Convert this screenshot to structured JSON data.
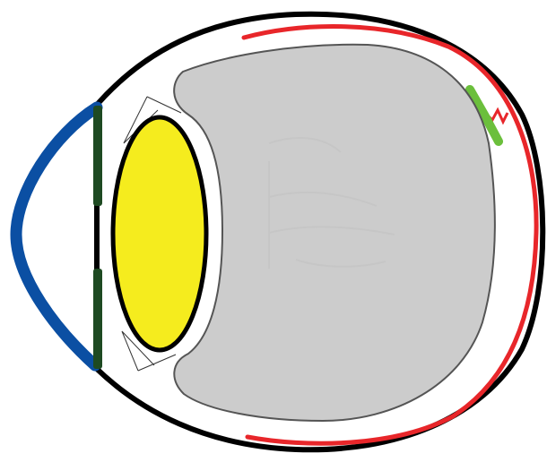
{
  "diagram": {
    "type": "eye-cross-section",
    "labels": [],
    "structures": [
      {
        "name": "sclera",
        "color": "#000000"
      },
      {
        "name": "cornea",
        "color": "#0b4fa3"
      },
      {
        "name": "iris",
        "color": "#1e4a22"
      },
      {
        "name": "lens",
        "color": "#f5ec1e"
      },
      {
        "name": "vitreous-body",
        "color": "#cccccc"
      },
      {
        "name": "retina",
        "color": "#e8262a"
      },
      {
        "name": "retinal-tear-highlight",
        "color": "#6bbf3c"
      }
    ]
  }
}
